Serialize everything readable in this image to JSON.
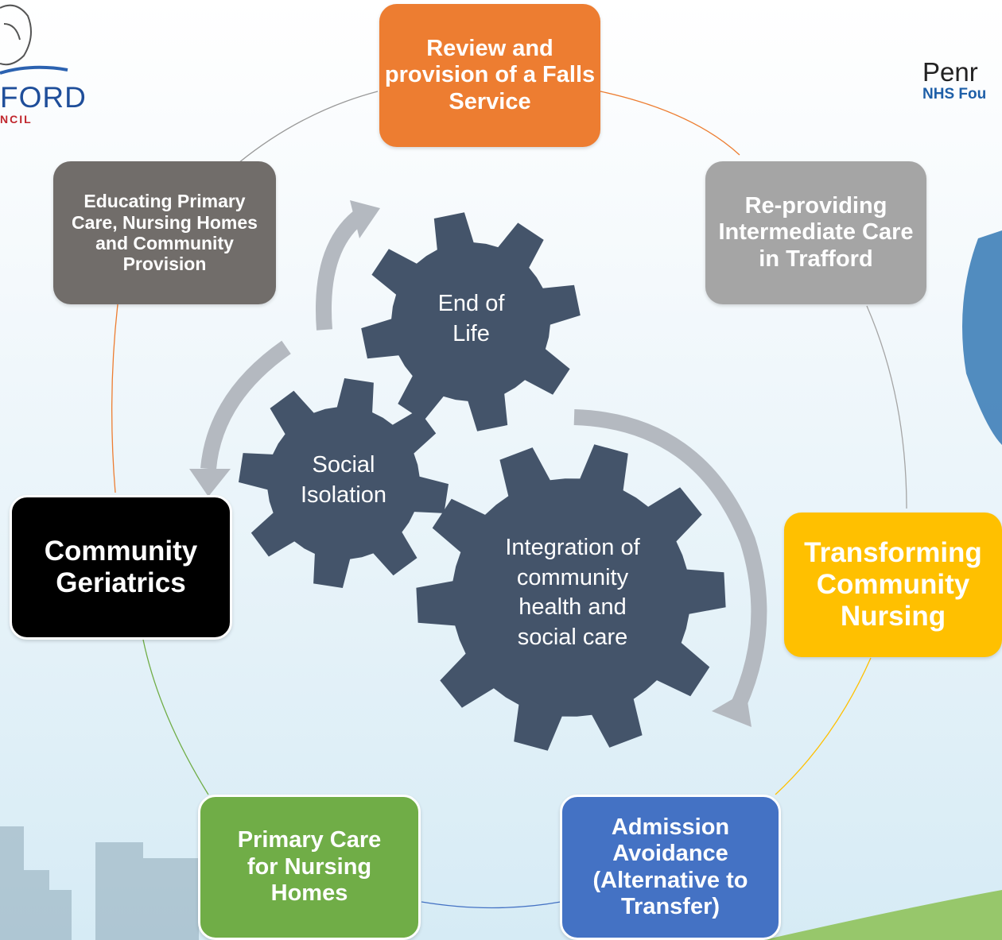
{
  "header": {
    "left_logo_text": "FORD",
    "left_logo_sub": "NCIL",
    "right_logo_title": "Penr",
    "right_logo_sub": "NHS Fou"
  },
  "outer_boxes": [
    {
      "id": "falls",
      "label": "Review and provision of a Falls Service",
      "color": "#ed7d31",
      "text_color": "#ffffff"
    },
    {
      "id": "intermediate",
      "label": "Re-providing Intermediate Care in Trafford",
      "color": "#a5a5a5",
      "text_color": "#ffffff"
    },
    {
      "id": "nursing",
      "label": "Transforming Community Nursing",
      "color": "#ffc000",
      "text_color": "#ffffff"
    },
    {
      "id": "admission",
      "label": "Admission Avoidance (Alternative to Transfer)",
      "color": "#4472c4",
      "text_color": "#ffffff"
    },
    {
      "id": "primary",
      "label": "Primary Care for Nursing Homes",
      "color": "#70ad47",
      "text_color": "#ffffff"
    },
    {
      "id": "geriatrics",
      "label": "Community Geriatrics",
      "color": "#000000",
      "text_color": "#ffffff"
    },
    {
      "id": "educating",
      "label": "Educating Primary Care, Nursing Homes and Community Provision",
      "color": "#716d6a",
      "text_color": "#ffffff"
    }
  ],
  "gears": [
    {
      "id": "end-of-life",
      "label_lines": [
        "End of",
        "Life"
      ]
    },
    {
      "id": "social-isolation",
      "label_lines": [
        "Social",
        "Isolation"
      ]
    },
    {
      "id": "integration",
      "label_lines": [
        "Integration of",
        "community",
        "health and",
        "social care"
      ]
    }
  ],
  "colors": {
    "gear": "#44546a",
    "arrow": "#b4b9c0"
  }
}
